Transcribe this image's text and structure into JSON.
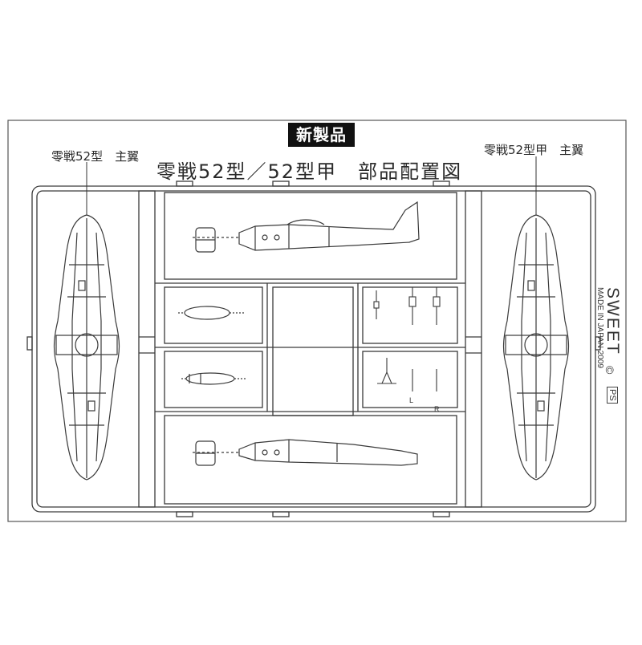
{
  "header": {
    "badge": "新製品",
    "title": "零戦52型／52型甲　部品配置図"
  },
  "labels": {
    "left_wing": "零戦52型　主翼",
    "right_wing": "零戦52型甲　主翼"
  },
  "sprue_text": {
    "brand": "SWEET",
    "made_in": "MADE IN JAPAN 2009",
    "copyright": "©",
    "ps_mark": "PS",
    "part_marks": [
      "L",
      "R"
    ]
  },
  "colors": {
    "line": "#3a3a3a",
    "paper": "#ffffff",
    "badge_bg": "#111111",
    "badge_text": "#ffffff"
  }
}
